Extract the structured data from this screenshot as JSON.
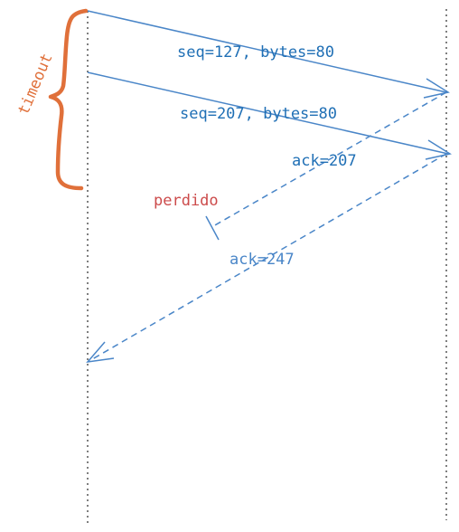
{
  "diagram": {
    "messages": [
      {
        "label": "seq=127, bytes=80",
        "direction": "client-to-server",
        "style": "solid"
      },
      {
        "label": "seq=207, bytes=80",
        "direction": "client-to-server",
        "style": "solid"
      },
      {
        "label": "ack=207",
        "direction": "server-to-client",
        "style": "dashed",
        "status": "lost"
      },
      {
        "label": "ack=247",
        "direction": "server-to-client",
        "style": "dashed",
        "status": "delivered"
      }
    ],
    "lost_label": "perdido",
    "timeout_label": "timeout",
    "colors": {
      "message": "#1f6fb5",
      "arrow": "#4a86c8",
      "lost": "#cc4b4b",
      "timeout": "#e0703a",
      "lifeline": "#555555"
    }
  }
}
